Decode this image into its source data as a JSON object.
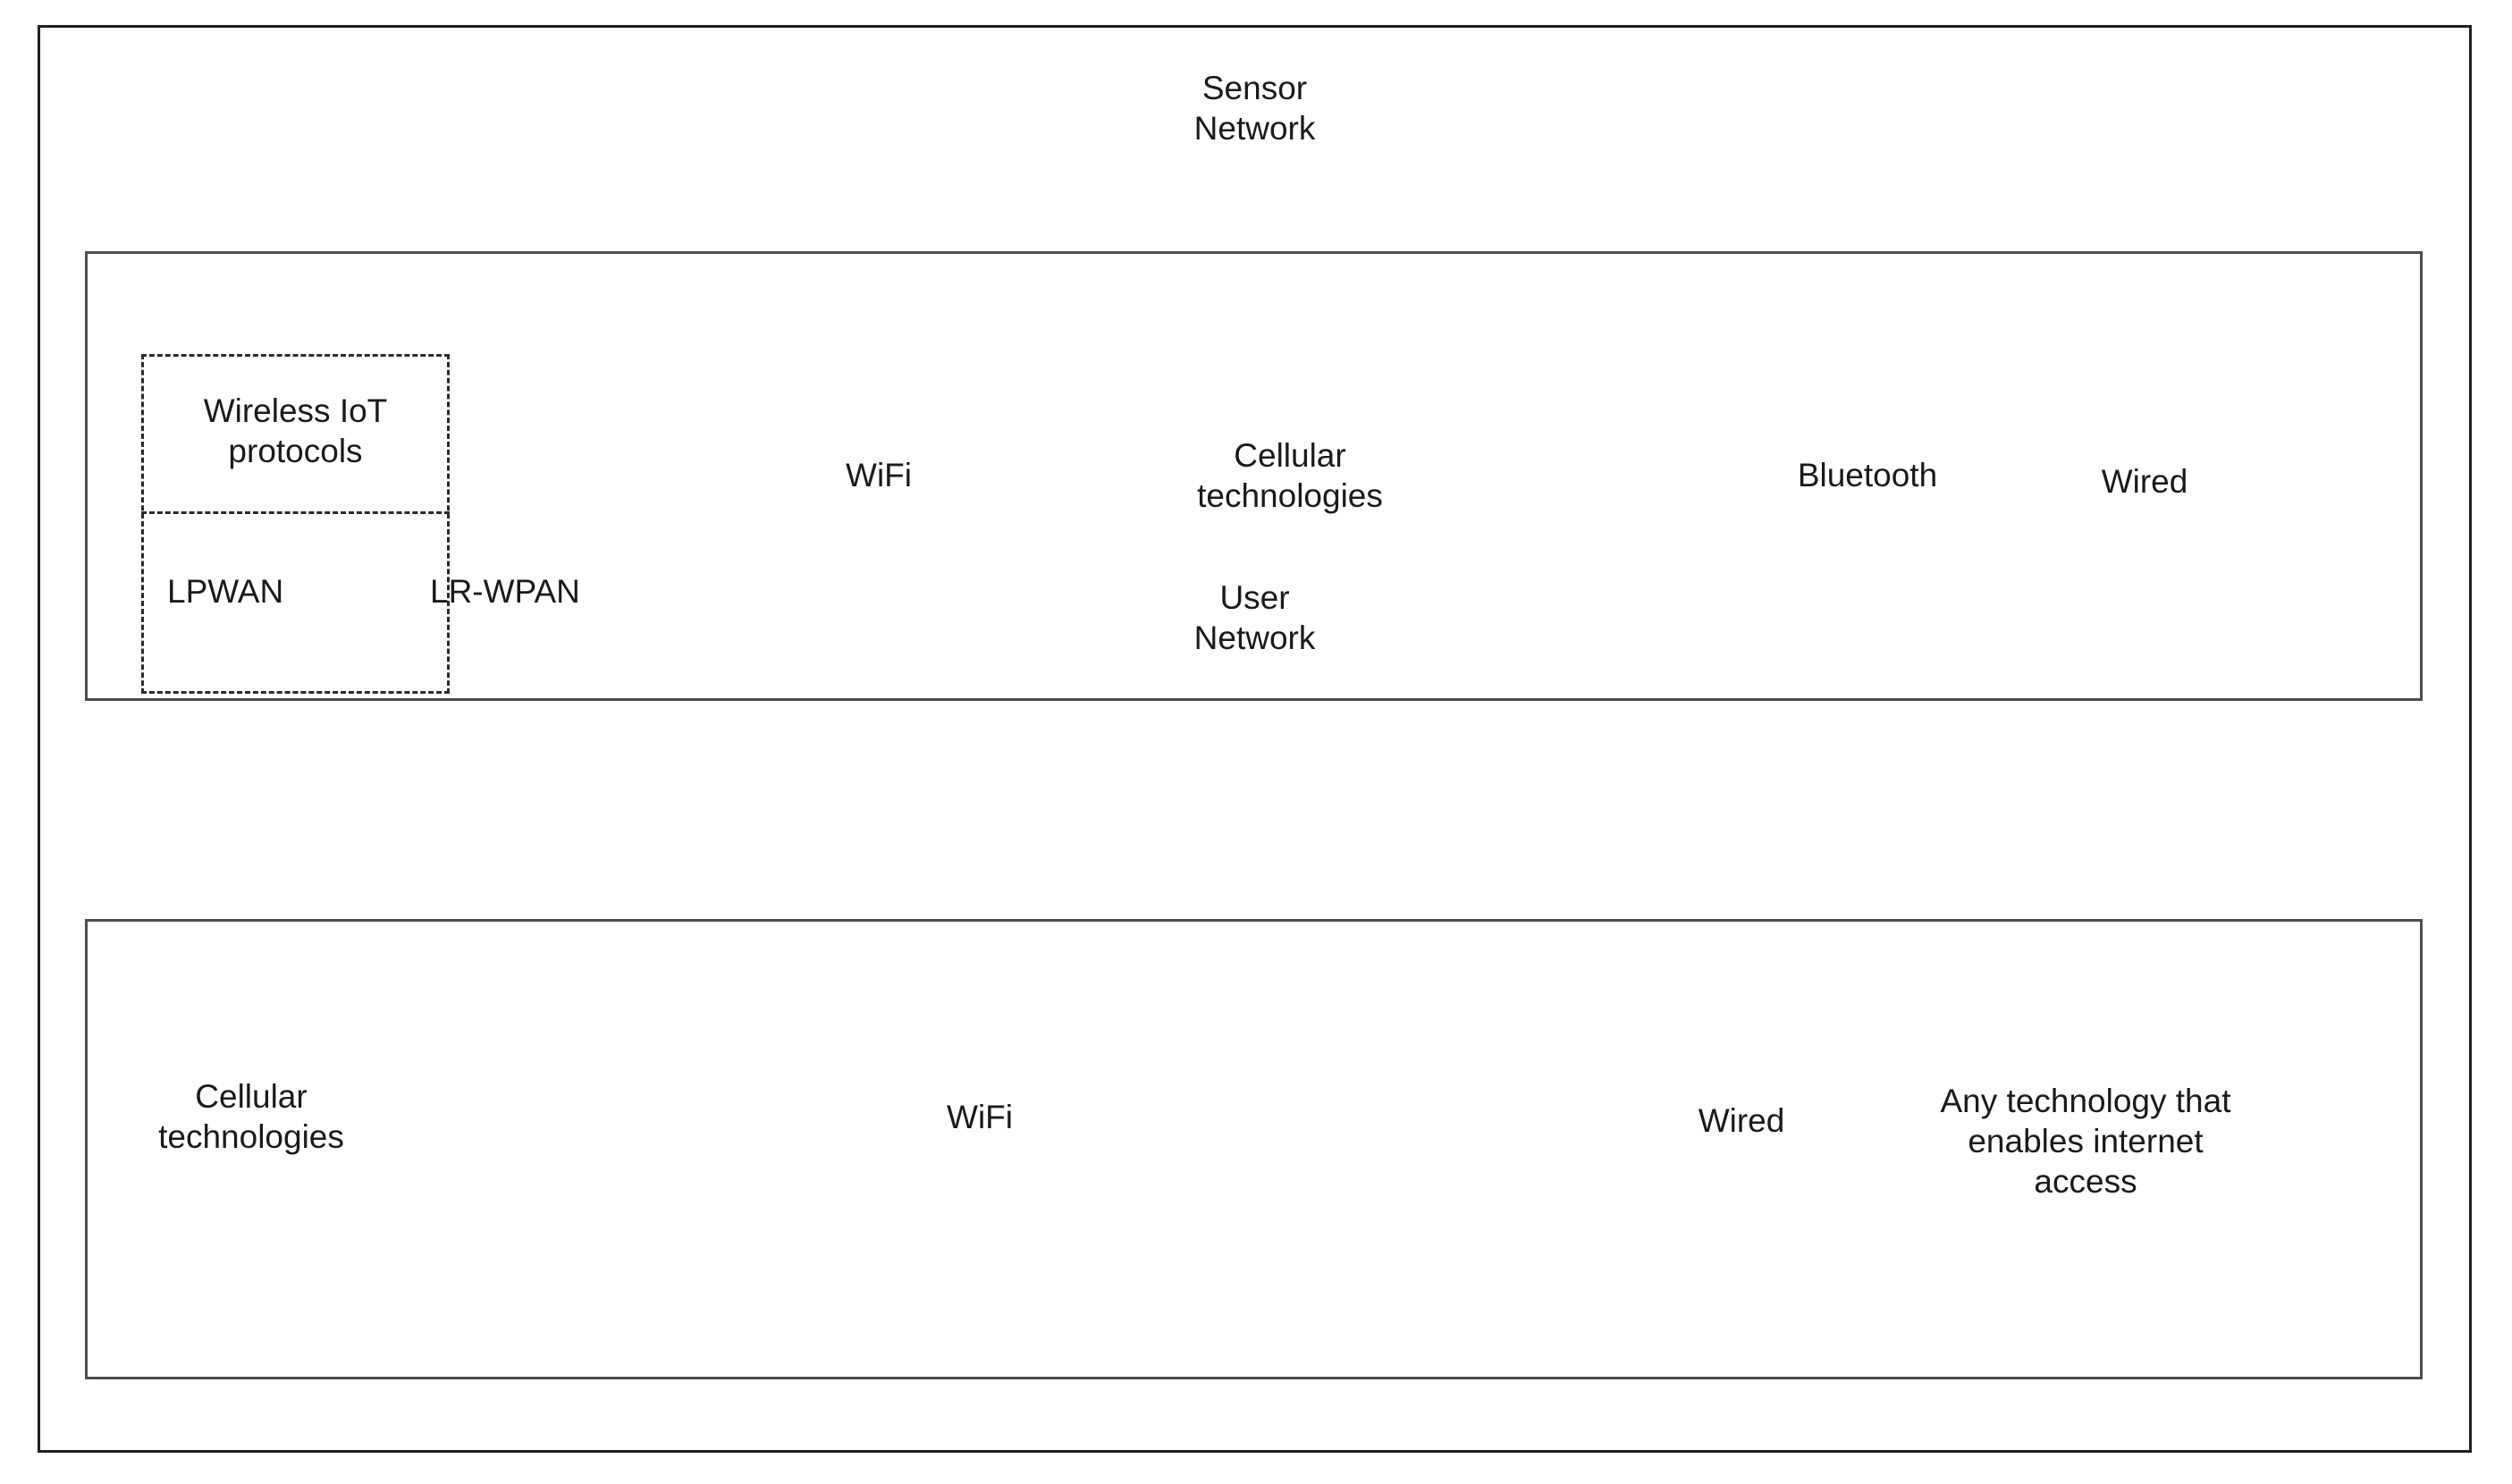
{
  "diagram": {
    "title": "Network technologies by segment",
    "border_color": "#231f20",
    "panel_border_color": "#4d4d4d",
    "dashed_border_color": "#2b2b2b",
    "text_color": "#1a1a1a",
    "background": "#ffffff"
  },
  "sensor_network": {
    "caption": "Sensor\nNetwork",
    "wireless_iot_group": {
      "header_label": "Wireless IoT\nprotocols",
      "subtypes": [
        {
          "label": "LPWAN"
        },
        {
          "label": "LR-WPAN"
        }
      ]
    },
    "technologies": [
      {
        "label": "WiFi"
      },
      {
        "label": "Cellular\ntechnologies"
      },
      {
        "label": "Bluetooth"
      },
      {
        "label": "Wired"
      }
    ]
  },
  "user_network": {
    "caption": "User\nNetwork",
    "technologies": [
      {
        "label": "Cellular\ntechnologies"
      },
      {
        "label": "WiFi"
      },
      {
        "label": "Wired"
      },
      {
        "label": "Any technology that\nenables internet access"
      }
    ]
  }
}
